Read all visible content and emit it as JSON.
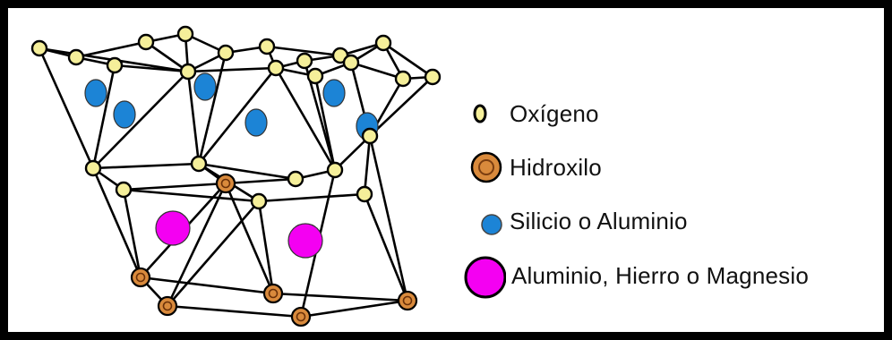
{
  "diagram": {
    "colors": {
      "oxygen": "#f5ef9a",
      "hydroxyl": "#d98a3c",
      "silicon_aluminum": "#1c84d6",
      "al_fe_mg": "#f400f2",
      "bond": "#000000",
      "frame": "#000000",
      "background": "#ffffff"
    },
    "legend": [
      {
        "label": "Oxígeno",
        "symbol": "oxygen",
        "icon": "oxygen-atom-icon"
      },
      {
        "label": "Hidroxilo",
        "symbol": "hydroxyl",
        "icon": "hydroxyl-group-icon"
      },
      {
        "label": "Silicio o Aluminio",
        "symbol": "silicon_aluminum",
        "icon": "silicon-aluminum-atom-icon"
      },
      {
        "label": "Aluminio, Hierro o Magnesio",
        "symbol": "al_fe_mg",
        "icon": "al-fe-mg-atom-icon"
      }
    ]
  }
}
